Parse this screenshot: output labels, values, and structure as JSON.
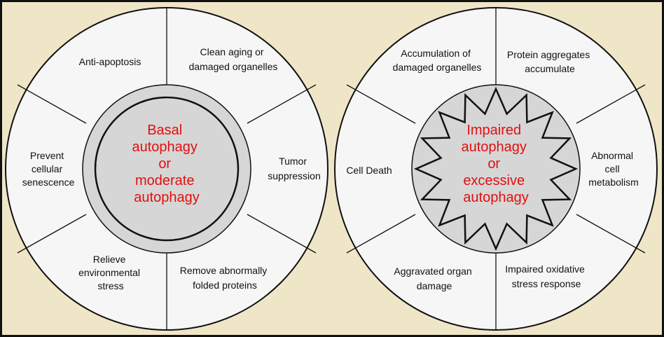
{
  "colors": {
    "background": "#efe6c8",
    "frame": "#111111",
    "segment_fill": "#f6f6f6",
    "inner_ring": "#d6d6d6",
    "center_text": "#e01010",
    "label_text": "#111111"
  },
  "left_wheel": {
    "center_lines": [
      "Basal",
      "autophagy",
      "or",
      "moderate",
      "autophagy"
    ],
    "segments": [
      {
        "lines": [
          "Anti-apoptosis"
        ]
      },
      {
        "lines": [
          "Clean aging or",
          "damaged organelles"
        ]
      },
      {
        "lines": [
          "Tumor",
          "suppression"
        ]
      },
      {
        "lines": [
          "Remove abnormally",
          "folded proteins"
        ]
      },
      {
        "lines": [
          "Relieve",
          "environmental",
          "stress"
        ]
      },
      {
        "lines": [
          "Prevent",
          "cellular",
          "senescence"
        ]
      }
    ]
  },
  "right_wheel": {
    "center_lines": [
      "Impaired",
      "autophagy",
      "or",
      "excessive",
      "autophagy"
    ],
    "segments": [
      {
        "lines": [
          "Accumulation of",
          "damaged organelles"
        ]
      },
      {
        "lines": [
          "Protein aggregates",
          "accumulate"
        ]
      },
      {
        "lines": [
          "Abnormal",
          "cell",
          "metabolism"
        ]
      },
      {
        "lines": [
          "Impaired oxidative",
          "stress response"
        ]
      },
      {
        "lines": [
          "Aggravated organ",
          "damage"
        ]
      },
      {
        "lines": [
          "Cell Death"
        ]
      }
    ]
  }
}
